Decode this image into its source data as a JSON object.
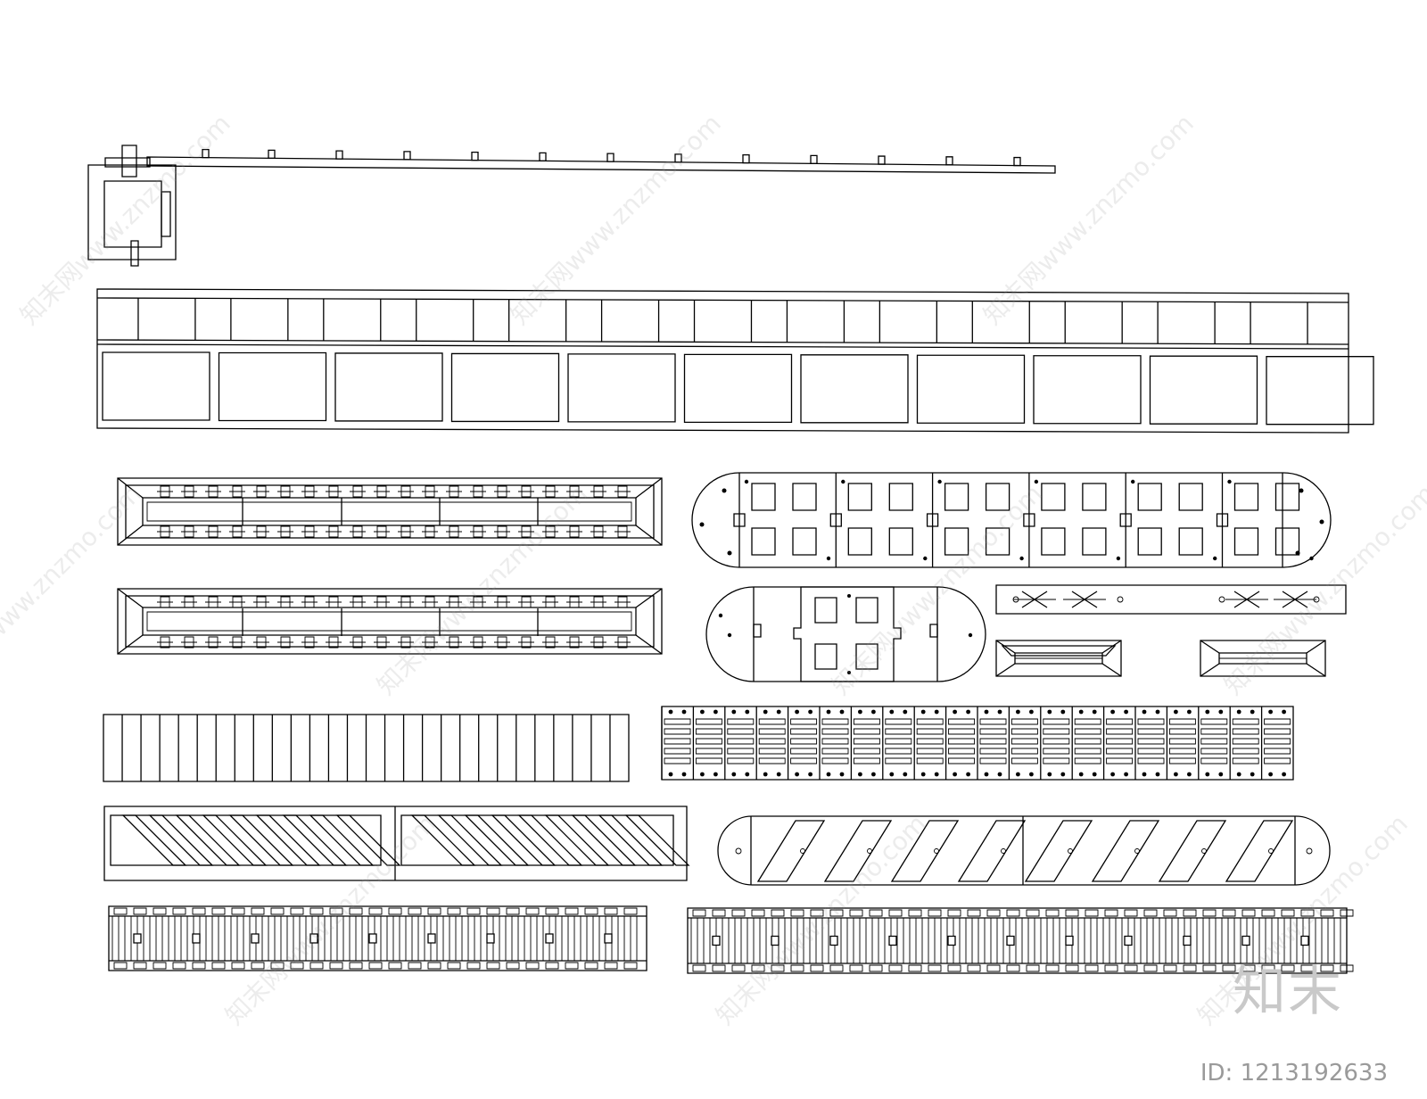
{
  "watermark": "知末网www.znzmo.com",
  "logo": "知末",
  "image_id": "ID: 1213192633"
}
